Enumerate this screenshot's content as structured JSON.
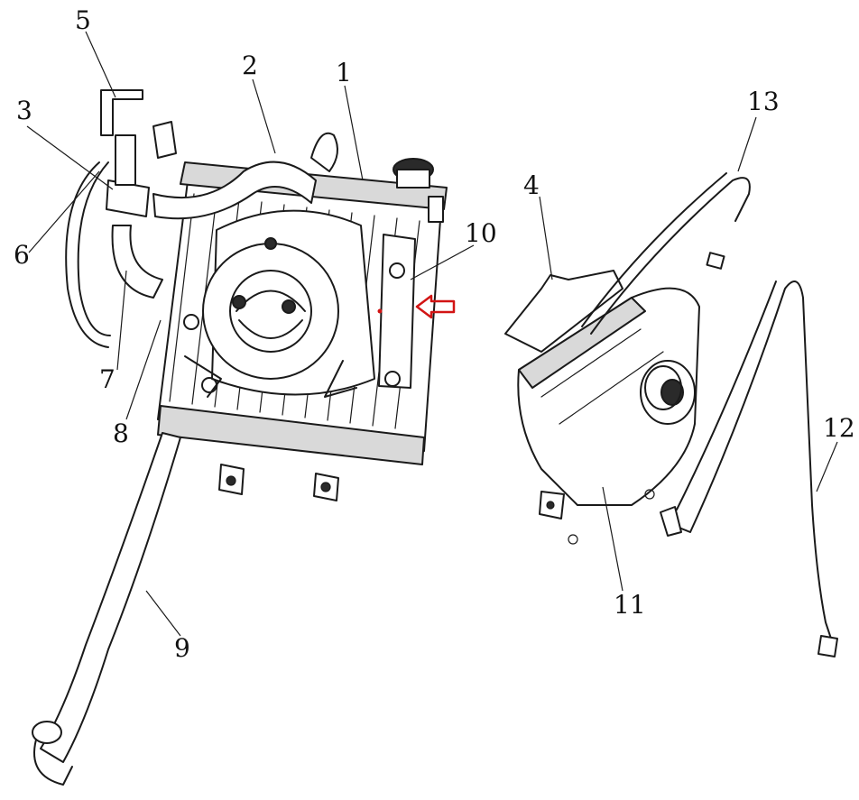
{
  "callouts": [
    {
      "id": "1",
      "label": "1"
    },
    {
      "id": "2",
      "label": "2"
    },
    {
      "id": "3",
      "label": "3"
    },
    {
      "id": "4",
      "label": "4"
    },
    {
      "id": "5",
      "label": "5"
    },
    {
      "id": "6",
      "label": "6"
    },
    {
      "id": "7",
      "label": "7"
    },
    {
      "id": "8",
      "label": "8"
    },
    {
      "id": "9",
      "label": "9"
    },
    {
      "id": "10",
      "label": "10"
    },
    {
      "id": "11",
      "label": "11"
    },
    {
      "id": "12",
      "label": "12"
    },
    {
      "id": "13",
      "label": "13"
    }
  ],
  "colors": {
    "line": "#1a1a1a",
    "pointer_arrow": "#d21414",
    "background": "#ffffff"
  }
}
